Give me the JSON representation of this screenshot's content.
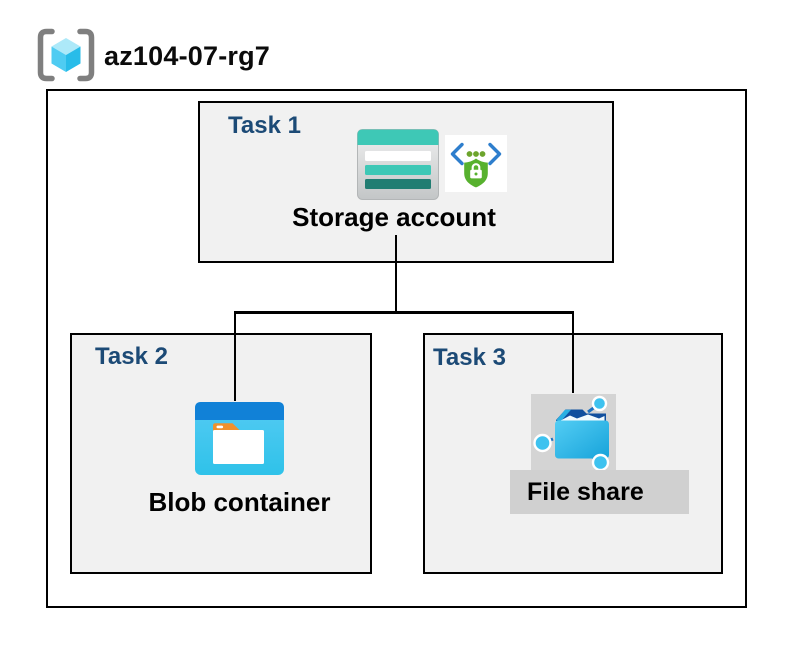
{
  "header": {
    "resource_group_name": "az104-07-rg7",
    "icon": "resource-group-icon"
  },
  "diagram": {
    "tasks": [
      {
        "label": "Task 1",
        "resource": "Storage account",
        "icons": [
          "storage-account-icon",
          "secure-access-icon"
        ]
      },
      {
        "label": "Task 2",
        "resource": "Blob container",
        "icons": [
          "blob-container-icon"
        ]
      },
      {
        "label": "Task 3",
        "resource": "File share",
        "icons": [
          "file-share-icon"
        ],
        "highlighted": true
      }
    ],
    "connections": [
      {
        "from": "Storage account",
        "to": "Blob container"
      },
      {
        "from": "Storage account",
        "to": "File share"
      }
    ]
  },
  "colors": {
    "task_label": "#1C4A76",
    "task_box_fill": "#F1F1F1",
    "border": "#000000",
    "storage_teal": "#3EC8B6",
    "storage_teal_dark": "#217D72",
    "blob_top_blue": "#1181D7",
    "blob_body_cyan": "#3CC4EE",
    "folder_tab_orange": "#F0912D",
    "fileshare_flap_blue": "#114F9E",
    "fileshare_node_cyan": "#3EC2EF",
    "shield_green": "#57B12E",
    "chevron_blue": "#2E7ECD",
    "bracket_gray": "#7F7F7F",
    "cube_light": "#ADE9F9",
    "cube_mid": "#4FCCF2",
    "cube_dark": "#28BCE9",
    "highlight_gray": "#D2D2D2"
  }
}
